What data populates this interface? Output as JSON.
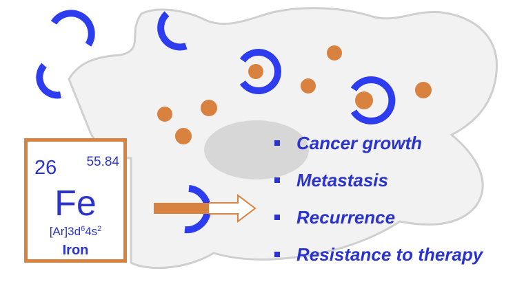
{
  "element": {
    "atomic_number": "26",
    "atomic_mass": "55.84",
    "symbol": "Fe",
    "config_core": "[Ar]3d",
    "config_3d_count": "6",
    "config_4s": "4s",
    "config_4s_count": "2",
    "name": "Iron"
  },
  "effects": [
    {
      "label": "Cancer growth"
    },
    {
      "label": "Metastasis"
    },
    {
      "label": "Recurrence"
    },
    {
      "label": "Resistance to therapy"
    }
  ],
  "colors": {
    "text_blue": "#2b33cf",
    "arc_blue": "#2e3cf0",
    "iron_orange": "#d9813e",
    "cell_fill": "#f2f2f2",
    "cell_border": "#cfcfcf",
    "nucleus_fill": "#d7d7d7"
  }
}
